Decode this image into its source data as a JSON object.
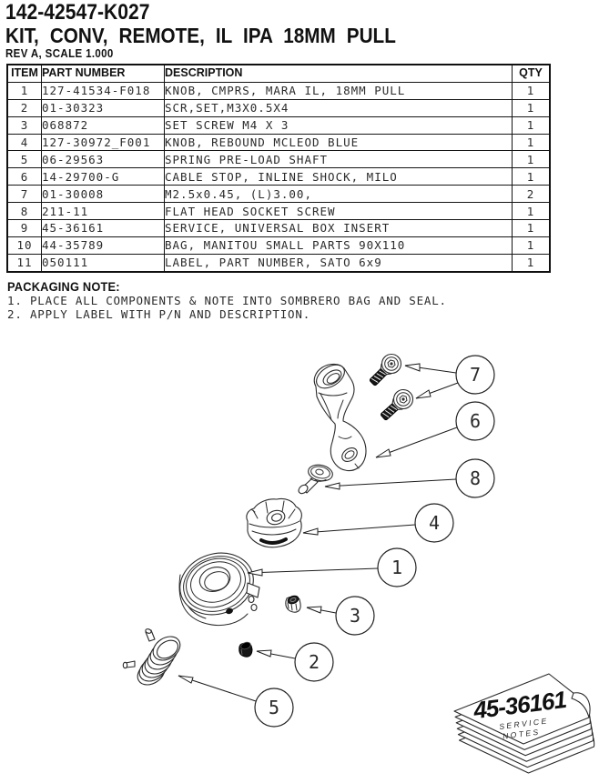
{
  "doc": {
    "part_number": "142-42547-K027",
    "title": "KIT, CONV, REMOTE, IL IPA 18MM PULL",
    "rev_line": "REV A, SCALE 1.000"
  },
  "bom": {
    "headers": [
      "ITEM",
      "PART NUMBER",
      "DESCRIPTION",
      "QTY"
    ],
    "rows": [
      [
        "1",
        "127-41534-F018",
        "KNOB, CMPRS, MARA IL, 18MM PULL",
        "1"
      ],
      [
        "2",
        "01-30323",
        "SCR,SET,M3X0.5X4",
        "1"
      ],
      [
        "3",
        "068872",
        "SET SCREW M4 X 3",
        "1"
      ],
      [
        "4",
        "127-30972_F001",
        "KNOB, REBOUND MCLEOD BLUE",
        "1"
      ],
      [
        "5",
        "06-29563",
        "SPRING PRE-LOAD SHAFT",
        "1"
      ],
      [
        "6",
        "14-29700-G",
        "CABLE STOP, INLINE SHOCK, MILO",
        "1"
      ],
      [
        "7",
        "01-30008",
        "M2.5x0.45, (L)3.00,",
        "2"
      ],
      [
        "8",
        "211-11",
        "FLAT HEAD SOCKET SCREW",
        "1"
      ],
      [
        "9",
        "45-36161",
        "SERVICE, UNIVERSAL BOX INSERT",
        "1"
      ],
      [
        "10",
        "44-35789",
        "BAG, MANITOU SMALL PARTS 90X110",
        "1"
      ],
      [
        "11",
        "050111",
        "LABEL, PART NUMBER, SATO 6x9",
        "1"
      ]
    ]
  },
  "packaging": {
    "title": "PACKAGING NOTE:",
    "notes": [
      "1. PLACE ALL COMPONENTS & NOTE INTO SOMBRERO BAG AND SEAL.",
      "2. APPLY LABEL WITH P/N AND DESCRIPTION."
    ]
  },
  "diagram": {
    "callouts": [
      {
        "number": "7"
      },
      {
        "number": "6"
      },
      {
        "number": "8"
      },
      {
        "number": "4"
      },
      {
        "number": "1"
      },
      {
        "number": "3"
      },
      {
        "number": "2"
      },
      {
        "number": "5"
      }
    ],
    "service_pad": {
      "part_number": "45-36161",
      "label_line1": "SERVICE",
      "label_line2": "NOTES"
    }
  },
  "colors": {
    "ink": "#1c1c1c",
    "paper": "#ffffff"
  }
}
